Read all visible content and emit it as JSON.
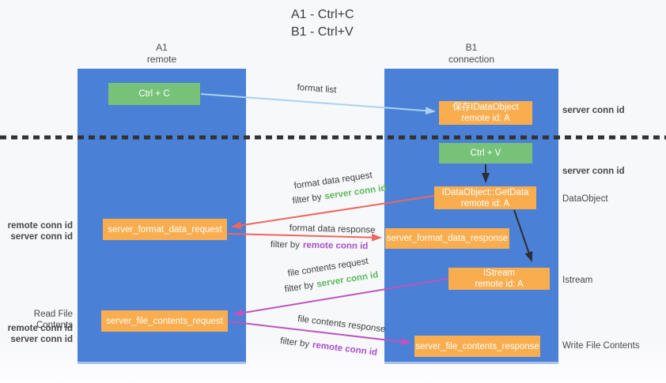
{
  "title": {
    "line1": "A1 - Ctrl+C",
    "line2": "B1 - Ctrl+V"
  },
  "lifelines": {
    "left": {
      "id": "A1",
      "role": "remote"
    },
    "right": {
      "id": "B1",
      "role": "connection"
    }
  },
  "boxes": {
    "ctrl_c": {
      "label": "Ctrl + C"
    },
    "save_dataobject": {
      "line1": "保存IDataObject",
      "line2": "remote id: A"
    },
    "ctrl_v": {
      "label": "Ctrl + V"
    },
    "getdata": {
      "line1": "IDataObject::GetData",
      "line2": "remote id: A"
    },
    "format_request": {
      "label": "server_format_data_request"
    },
    "format_response": {
      "label": "server_format_data_response"
    },
    "istream": {
      "line1": "IStream",
      "line2": "remote id: A"
    },
    "file_request": {
      "label": "server_file_contents_request"
    },
    "file_response": {
      "label": "server_file_contents_response"
    }
  },
  "arrow_labels": {
    "format_list": "format list",
    "format_data_request": "format data request",
    "format_data_response": "format data response",
    "file_contents_request": "file contents request",
    "file_contents_response": "file contents response",
    "filter_by": "filter by",
    "server_conn_id": "server conn id",
    "remote_conn_id": "remote conn id"
  },
  "side_labels": {
    "right_server_conn_id_top": "server conn id",
    "right_server_conn_id_mid": "server conn id",
    "dataobject": "DataObject",
    "istream": "Istream",
    "write_file_contents": "Write File Contents",
    "left_remote_conn_id_top": "remote conn id",
    "left_server_conn_id_top": "server conn id",
    "read_file_contents": "Read File Contents",
    "left_remote_conn_id_bottom": "remote conn id",
    "left_server_conn_id_bottom": "server conn id"
  },
  "colors": {
    "lifeline_blue": "#4a80d5",
    "box_green": "#76c279",
    "box_orange": "#f9ad4e",
    "arrow_blue": "#a9d2f0",
    "arrow_red": "#ed675e",
    "arrow_magenta": "#bd55be",
    "arrow_black": "#2e2e2e",
    "text_green": "#5cb85c",
    "text_purple": "#a94fc8",
    "text_dark": "#3f3f3f"
  }
}
